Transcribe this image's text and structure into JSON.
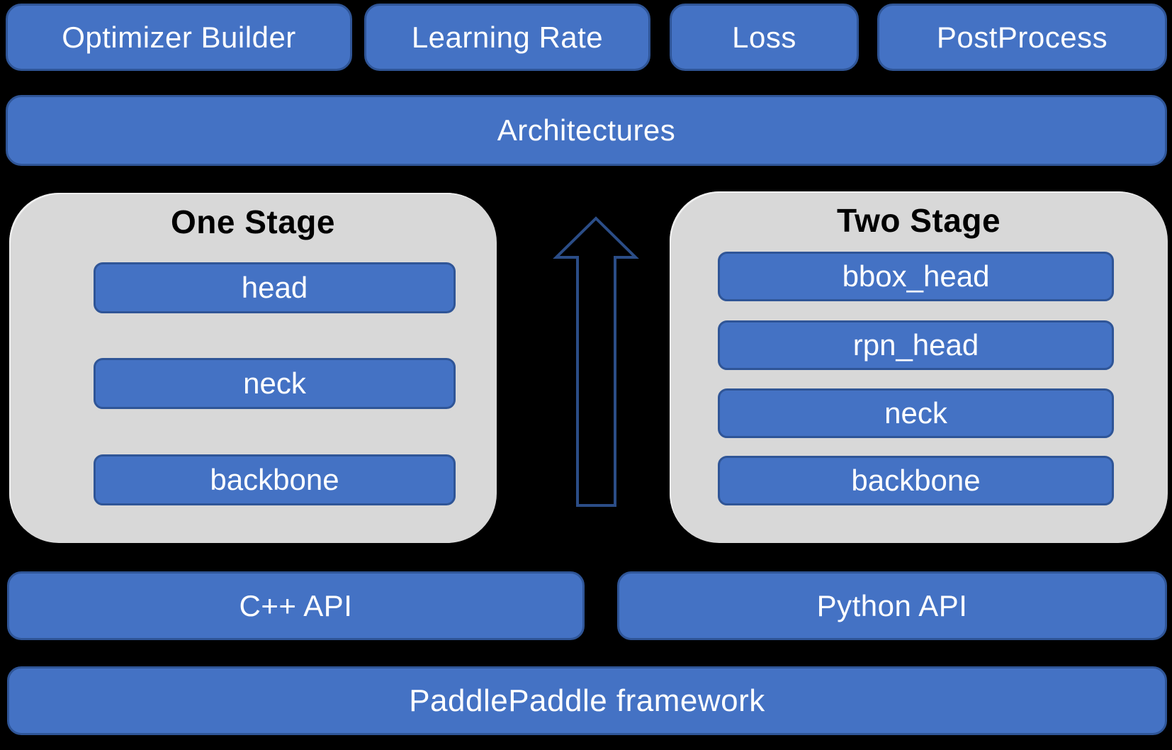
{
  "colors": {
    "background": "#000000",
    "box_fill": "#4472c4",
    "box_border": "#2f5597",
    "panel_fill": "#d8d8d8",
    "text_on_blue": "#ffffff",
    "text_on_panel": "#000000",
    "arrow_stroke": "#2b4d87"
  },
  "top_row": {
    "items": [
      {
        "label": "Optimizer Builder"
      },
      {
        "label": "Learning Rate"
      },
      {
        "label": "Loss"
      },
      {
        "label": "PostProcess"
      }
    ]
  },
  "architectures": {
    "label": "Architectures"
  },
  "one_stage": {
    "title": "One Stage",
    "layers": [
      {
        "label": "head"
      },
      {
        "label": "neck"
      },
      {
        "label": "backbone"
      }
    ]
  },
  "two_stage": {
    "title": "Two Stage",
    "layers": [
      {
        "label": "bbox_head"
      },
      {
        "label": "rpn_head"
      },
      {
        "label": "neck"
      },
      {
        "label": "backbone"
      }
    ]
  },
  "arrow": {
    "icon": "up-arrow-icon",
    "direction": "up"
  },
  "api_row": {
    "items": [
      {
        "label": "C++ API"
      },
      {
        "label": "Python API"
      }
    ]
  },
  "framework": {
    "label": "PaddlePaddle framework"
  }
}
